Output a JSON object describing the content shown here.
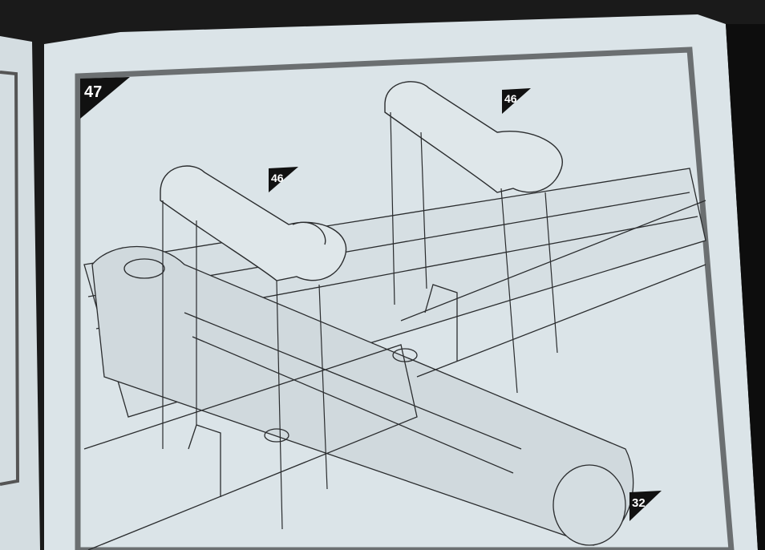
{
  "step": {
    "number": "47"
  },
  "callouts": [
    {
      "label": "46",
      "ref": "left-nacelle"
    },
    {
      "label": "46",
      "ref": "right-nacelle"
    },
    {
      "label": "32",
      "ref": "nose"
    }
  ],
  "colors": {
    "paper": "#dbe4e8",
    "frame": "#6b6f71",
    "ink": "#2a2c2e",
    "background": "#151515"
  }
}
